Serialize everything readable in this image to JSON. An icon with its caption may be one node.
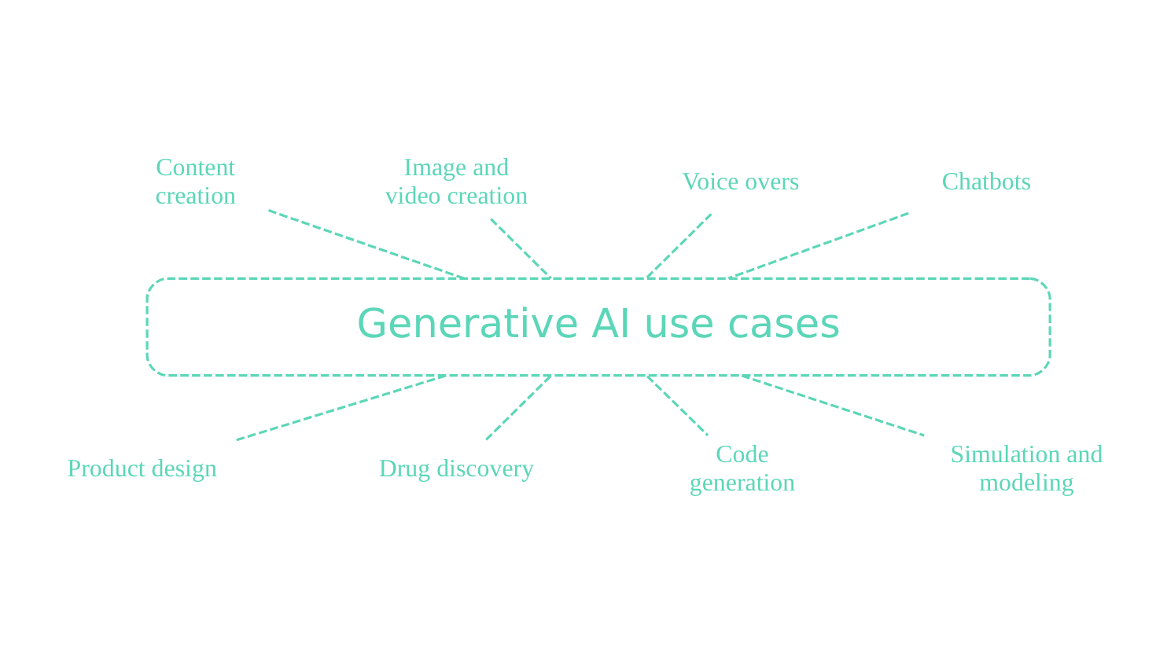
{
  "diagram": {
    "nodes": [
      {
        "text": [
          "Content creation"
        ]
      },
      {
        "text": [
          "Image and video creation"
        ]
      },
      {
        "text": [
          "Voice overs"
        ]
      },
      {
        "text": [
          "Chatbots"
        ]
      },
      {
        "text": [
          "Generative AI use cases"
        ]
      },
      {
        "text": [
          "Product design"
        ]
      },
      {
        "text": [
          "Drug discovery"
        ]
      },
      {
        "text": [
          "Code generation"
        ]
      },
      {
        "text": [
          "Simulation and modeling"
        ]
      }
    ],
    "edges": [
      {
        "from": 0,
        "to": 4,
        "arrow": "none",
        "style": "dashed"
      },
      {
        "from": 1,
        "to": 4,
        "arrow": "none",
        "style": "dashed"
      },
      {
        "from": 2,
        "to": 4,
        "arrow": "none",
        "style": "dashed"
      },
      {
        "from": 3,
        "to": 4,
        "arrow": "none",
        "style": "dashed"
      },
      {
        "from": 4,
        "to": 5,
        "arrow": "none",
        "style": "dashed"
      },
      {
        "from": 4,
        "to": 6,
        "arrow": "none",
        "style": "dashed"
      },
      {
        "from": 4,
        "to": 7,
        "arrow": "none",
        "style": "dashed"
      },
      {
        "from": 4,
        "to": 8,
        "arrow": "none",
        "style": "dashed"
      }
    ]
  }
}
